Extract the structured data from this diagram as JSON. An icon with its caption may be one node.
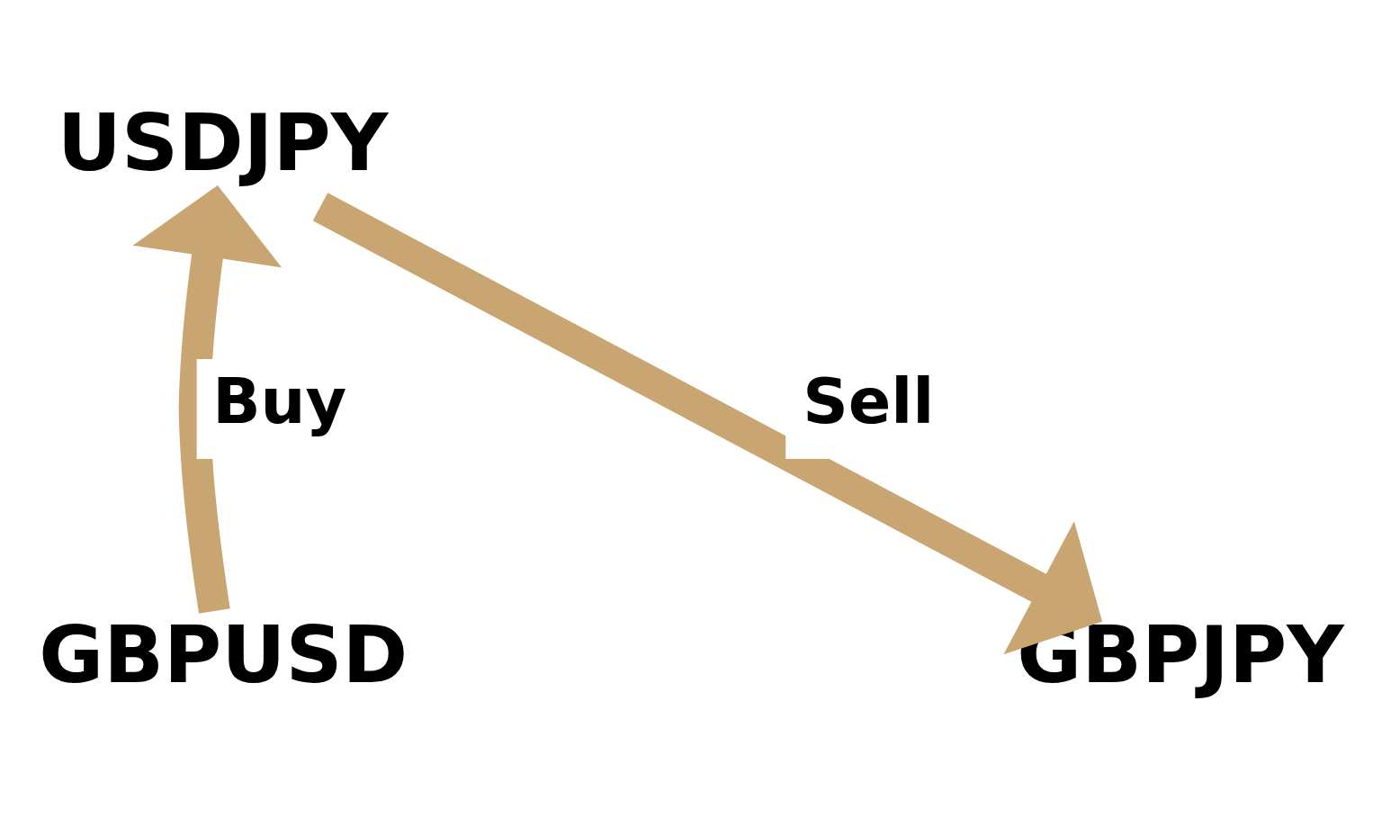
{
  "diagram": {
    "nodes": [
      {
        "text": [
          "GBPUSD"
        ]
      },
      {
        "text": [
          "USDJPY"
        ]
      },
      {
        "text": [
          "GBPJPY"
        ]
      }
    ],
    "edges": [
      {
        "from": 0,
        "to": 1,
        "arrow": "to",
        "label": "Buy"
      },
      {
        "from": 1,
        "to": 2,
        "arrow": "to",
        "label": "Sell"
      }
    ]
  }
}
